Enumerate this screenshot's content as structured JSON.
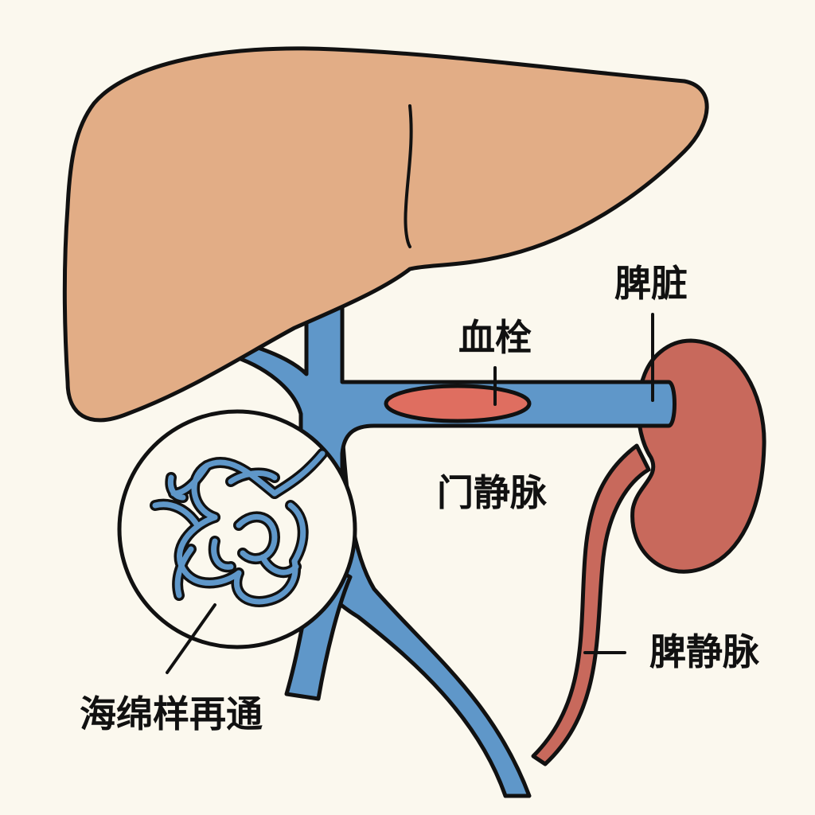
{
  "labels": {
    "spleen": "脾脏",
    "thrombus": "血栓",
    "portal_vein": "门静脉",
    "splenic_vein": "脾静脉",
    "cavernous_transformation": "海绵样再通"
  },
  "colors": {
    "background": "#fbf8ee",
    "liver": "#e2ad86",
    "portal_vein": "#5f97c9",
    "spleen": "#c8695c",
    "thrombus": "#df6e60",
    "outline": "#111111"
  }
}
